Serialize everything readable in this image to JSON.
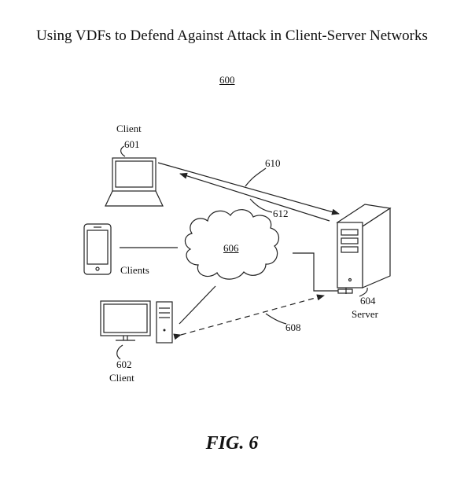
{
  "title": "Using VDFs to Defend Against Attack in Client-Server Networks",
  "diagram_ref": "600",
  "client_top": {
    "label": "Client",
    "ref": "601"
  },
  "clients_group": {
    "label": "Clients"
  },
  "client_bottom": {
    "ref": "602",
    "label": "Client"
  },
  "network": {
    "ref": "606"
  },
  "server": {
    "ref": "604",
    "label": "Server"
  },
  "arrows": {
    "top_forward": "610",
    "top_back": "612",
    "dashed": "608"
  },
  "figure_label": "FIG. 6"
}
